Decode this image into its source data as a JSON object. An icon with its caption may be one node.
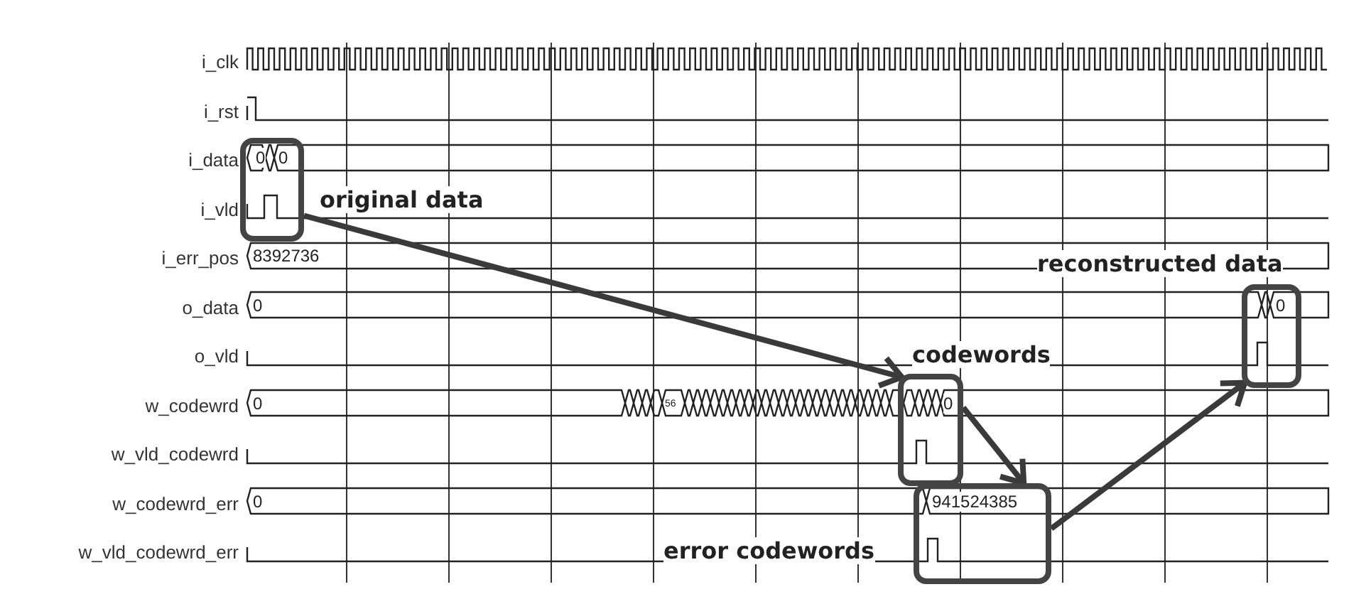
{
  "diagram": {
    "nodes": [
      {
        "text": [
          "original data"
        ]
      },
      {
        "text": [
          "codewords"
        ]
      },
      {
        "text": [
          "error codewords"
        ]
      },
      {
        "text": [
          "reconstructed data"
        ]
      }
    ],
    "edges": [
      {
        "from": 0,
        "to": 1,
        "arrow": "to"
      },
      {
        "from": 1,
        "to": 2,
        "arrow": "to"
      },
      {
        "from": 2,
        "to": 3,
        "arrow": "to"
      }
    ],
    "labels": [
      "i_clk",
      "i_rst",
      "i_data",
      "0",
      "0",
      "i_vld",
      "i_err_pos",
      "8392736",
      "o_data",
      "0",
      "0",
      "o_vld",
      "w_codewrd",
      "0",
      "56",
      "0",
      "w_vld_codewrd",
      "w_codewrd_err",
      "0",
      "941524385",
      "w_vld_codewrd_err"
    ]
  }
}
